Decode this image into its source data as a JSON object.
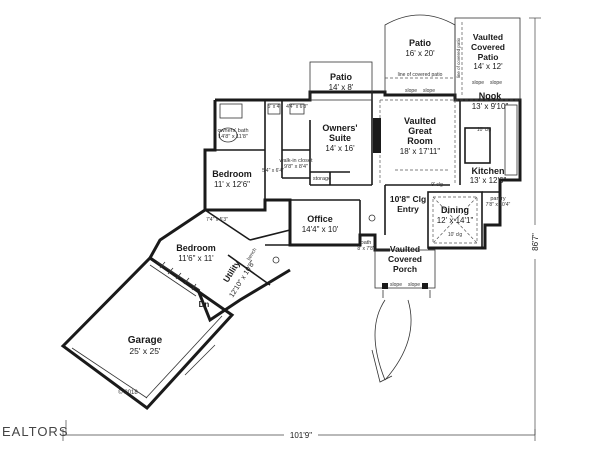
{
  "rooms": {
    "patio_top": {
      "name": "Patio",
      "size": "16' x 20'"
    },
    "covered_patio": {
      "name1": "Vaulted",
      "name2": "Covered",
      "name3": "Patio",
      "size": "14' x 12'"
    },
    "patio_small": {
      "name": "Patio",
      "size": "14' x 8'"
    },
    "nook": {
      "name": "Nook",
      "size": "13' x 9'10\""
    },
    "owners_suite": {
      "name1": "Owners'",
      "name2": "Suite",
      "size": "14' x 16'"
    },
    "great_room": {
      "name1": "Vaulted",
      "name2": "Great",
      "name3": "Room",
      "size": "18' x 17'11\""
    },
    "kitchen": {
      "name": "Kitchen",
      "size": "13' x 12'6\""
    },
    "bedroom1": {
      "name": "Bedroom",
      "size": "11' x 12'6\""
    },
    "office": {
      "name": "Office",
      "size": "14'4\" x 10'"
    },
    "entry": {
      "name1": "10'8\" Clg",
      "name2": "Entry"
    },
    "dining": {
      "name": "Dining",
      "size": "12' x 14'1\""
    },
    "bedroom2": {
      "name": "Bedroom",
      "size": "11'6\" x 11'"
    },
    "porch": {
      "name1": "Vaulted",
      "name2": "Covered",
      "name3": "Porch"
    },
    "utility": {
      "name": "Utility",
      "size": "12'10\" x 10'8\""
    },
    "garage": {
      "name": "Garage",
      "size": "25' x 25'"
    }
  },
  "notes": {
    "owners_bath": "owners' bath",
    "owners_bath_size": "14'8\" x 11'8\"",
    "walk_in_closet": "walk-in closet",
    "walk_in_size": "9'8\" x 8'4\"",
    "storage": "storage",
    "line_cov_patio": "line of covered patio",
    "line_cov_patio_v": "line of covered patio",
    "slope": "slope",
    "clg_10": "10' clg",
    "clg_9": "9' clg",
    "clg_10b": "10' clg",
    "pantry": "pantry",
    "pantry_size": "7'8\" x 10'4\"",
    "bath": "bath",
    "bath_size": "8' x 7'8\"",
    "wic_size": "5'4\" x 6'4\"",
    "closet_size": "7'4\" x 5'3\"",
    "bench": "bench",
    "dn": "Dn",
    "copyright": "© 2018",
    "wc1": "5' x 4'",
    "wc2": "4'4\" x 6'8\""
  },
  "dimensions": {
    "width": "101'9\"",
    "depth": "86'7\""
  },
  "watermark": "EALTORS"
}
